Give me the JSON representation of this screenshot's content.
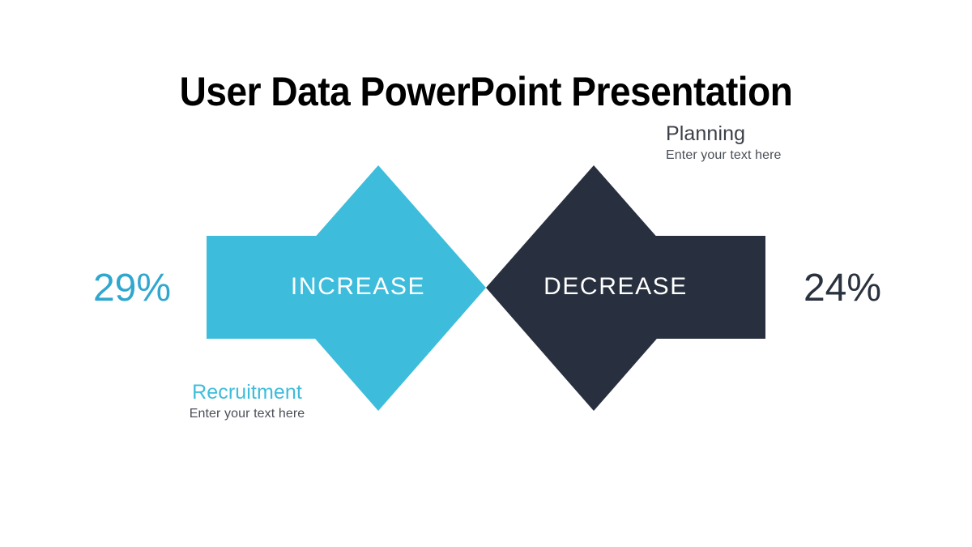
{
  "slide": {
    "title": "User Data PowerPoint Presentation",
    "background_color": "#FFFFFF"
  },
  "theme": {
    "accent_cyan": "#3DBDDB",
    "accent_cyan_text": "#2FA7CF",
    "accent_dark": "#282F3E",
    "accent_dark_text": "#2B323F",
    "body_gray": "#4A4E57",
    "headline_gray": "#3B4049",
    "label_white": "#FFFFFF"
  },
  "diagram": {
    "type": "opposing-arrows",
    "left": {
      "arrow_label": "INCREASE",
      "percent": "29%",
      "percent_color": "#2FA7CF",
      "fill_color": "#3DBDDB",
      "direction": "right",
      "callout": {
        "headline": "Recruitment",
        "subline": "Enter your text here",
        "headline_color": "#3DBDDB",
        "position": "below-left"
      }
    },
    "right": {
      "arrow_label": "DECREASE",
      "percent": "24%",
      "percent_color": "#2B323F",
      "fill_color": "#282F3E",
      "direction": "left",
      "callout": {
        "headline": "Planning",
        "subline": "Enter your text here",
        "headline_color": "#3B4049",
        "position": "above-right"
      }
    }
  }
}
